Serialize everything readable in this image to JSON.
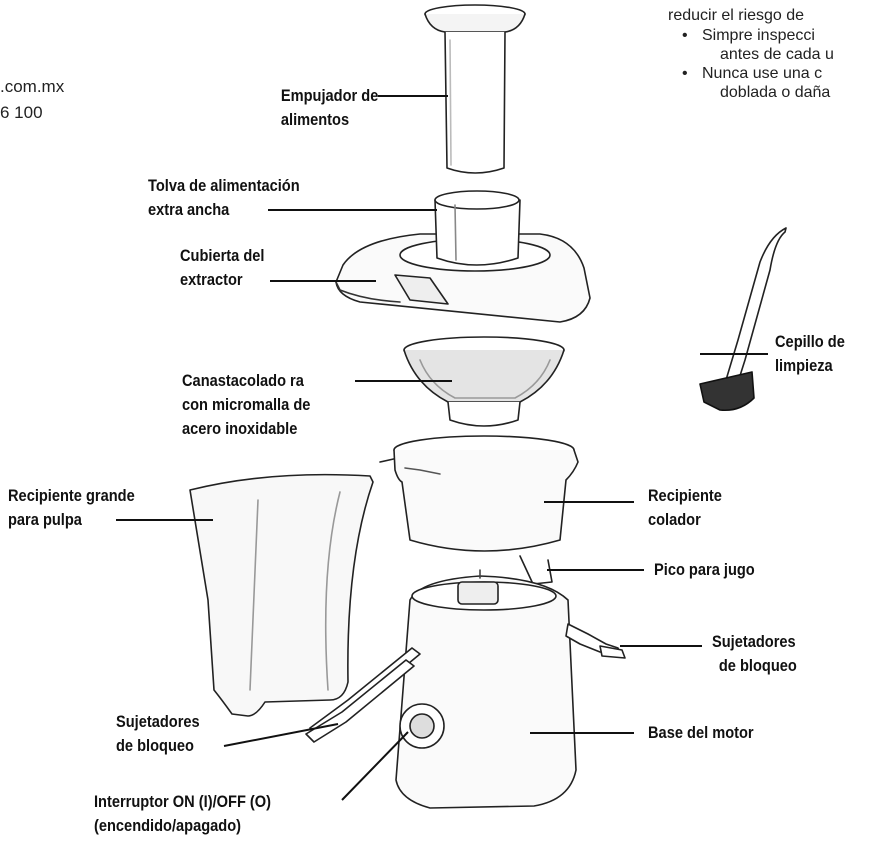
{
  "contact": {
    "web": ".com.mx",
    "phone": "6 100"
  },
  "safety_note": {
    "line1": "reducir el riesgo de",
    "bullet1_a": "Simpre inspecci",
    "bullet1_b": "antes de cada u",
    "bullet2_a": "Nunca use una c",
    "bullet2_b": "doblada o daña"
  },
  "parts": {
    "pusher": {
      "line1": "Empujador de",
      "line2": "alimentos"
    },
    "chute": {
      "line1": "Tolva de alimentación",
      "line2": "extra ancha"
    },
    "cover": {
      "line1": "Cubierta del",
      "line2": "extractor"
    },
    "basket": {
      "line1": "Canastacolado ra",
      "line2": "con micromalla de",
      "line3": "acero inoxidable"
    },
    "brush": {
      "line1": "Cepillo de",
      "line2": "limpieza"
    },
    "pulp": {
      "line1": "Recipiente grande",
      "line2": "para pulpa"
    },
    "bowl": {
      "line1": "Recipiente",
      "line2": "colador"
    },
    "spout": {
      "line1": "Pico para jugo"
    },
    "clips_right": {
      "line1": "Sujetadores",
      "line2": "de bloqueo"
    },
    "clips_left": {
      "line1": "Sujetadores",
      "line2": "de bloqueo"
    },
    "motor": {
      "line1": "Base del motor"
    },
    "switch": {
      "line1": "Interruptor ON (I)/OFF (O)",
      "line2": "(encendido/apagado)"
    }
  }
}
